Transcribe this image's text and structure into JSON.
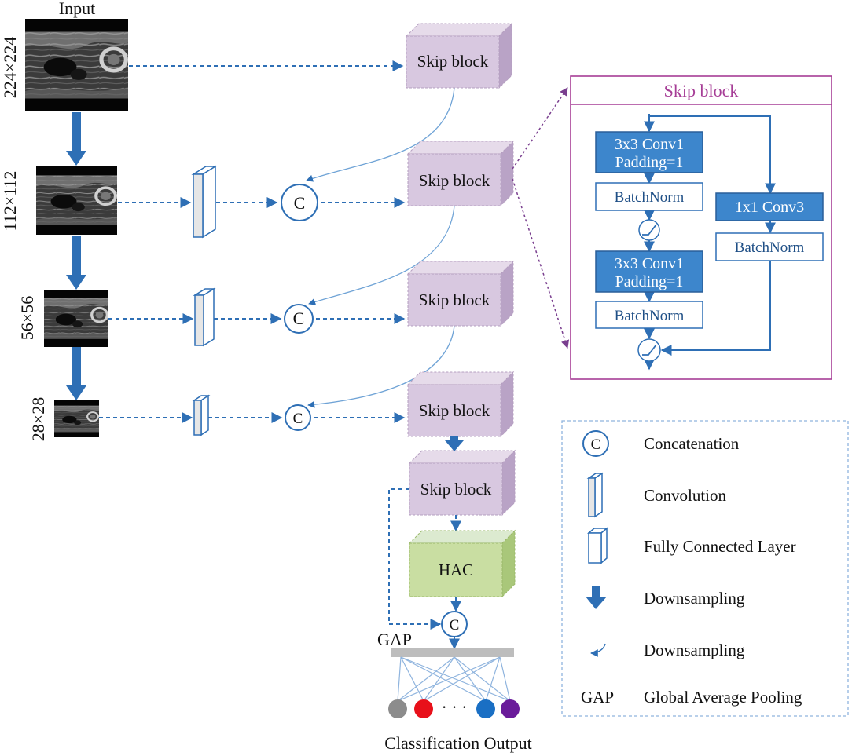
{
  "input_label": "Input",
  "resolutions": [
    "224×224",
    "112×112",
    "56×56",
    "28×28"
  ],
  "concat_symbol": "C",
  "skip_block_label": "Skip block",
  "hac_label": "HAC",
  "gap_label": "GAP",
  "ellipsis": "· · ·",
  "classification_output": "Classification Output",
  "output_node_colors": [
    "#8c8c8c",
    "#e8101a",
    "#1a6fc4",
    "#6a1b9a"
  ],
  "detail": {
    "title": "Skip block",
    "conv1_line1": "3x3 Conv1",
    "conv1_line2": "Padding=1",
    "batchnorm": "BatchNorm",
    "conv2_line1": "3x3 Conv1",
    "conv2_line2": "Padding=1",
    "conv3": "1x1 Conv3"
  },
  "legend": [
    {
      "symbol": "C",
      "label": "Concatenation"
    },
    {
      "symbol": "conv-slab",
      "label": "Convolution"
    },
    {
      "symbol": "fc-box",
      "label": "Fully Connected Layer"
    },
    {
      "symbol": "thick-arrow",
      "label": "Downsampling"
    },
    {
      "symbol": "thin-curved-arrow",
      "label": "Downsampling"
    },
    {
      "symbol": "GAP",
      "label": "Global Average Pooling"
    }
  ],
  "colors": {
    "blue": "#2e6fb5",
    "skip_block_fill": "#d8c8e0",
    "hac_fill": "#c9dea2",
    "detail_border": "#a63d96"
  }
}
